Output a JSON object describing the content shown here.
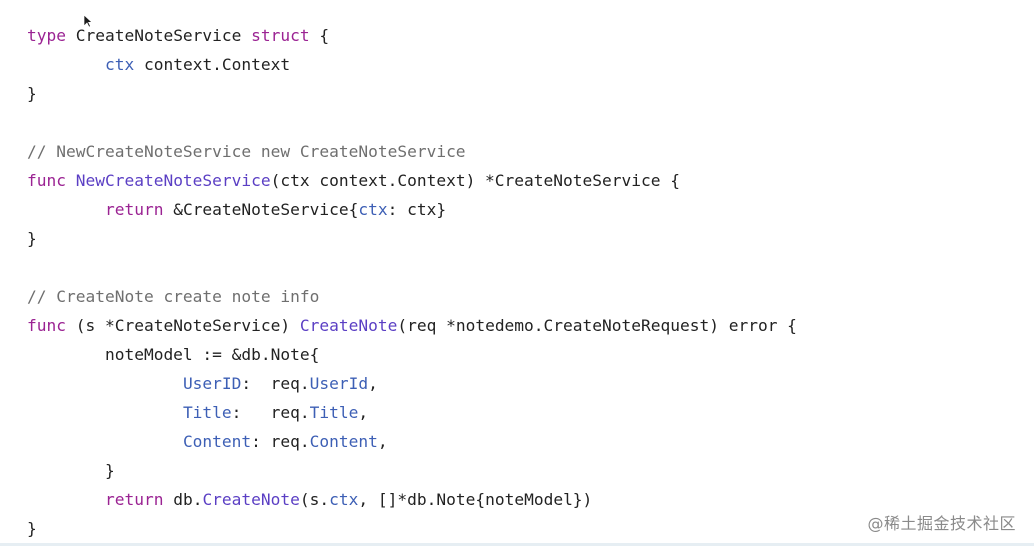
{
  "code": {
    "lines": [
      [
        {
          "t": "type ",
          "c": "kw"
        },
        {
          "t": "CreateNoteService ",
          "c": "plain"
        },
        {
          "t": "struct",
          "c": "kw"
        },
        {
          "t": " {",
          "c": "plain"
        }
      ],
      [
        {
          "t": "        ",
          "c": "plain"
        },
        {
          "t": "ctx",
          "c": "field"
        },
        {
          "t": " context.Context",
          "c": "plain"
        }
      ],
      [
        {
          "t": "}",
          "c": "plain"
        }
      ],
      [],
      [
        {
          "t": "// NewCreateNoteService new CreateNoteService",
          "c": "cm"
        }
      ],
      [
        {
          "t": "func ",
          "c": "kw"
        },
        {
          "t": "NewCreateNoteService",
          "c": "fn"
        },
        {
          "t": "(ctx context.Context) *CreateNoteService {",
          "c": "plain"
        }
      ],
      [
        {
          "t": "        ",
          "c": "plain"
        },
        {
          "t": "return",
          "c": "kw"
        },
        {
          "t": " &CreateNoteService{",
          "c": "plain"
        },
        {
          "t": "ctx",
          "c": "field"
        },
        {
          "t": ": ctx}",
          "c": "plain"
        }
      ],
      [
        {
          "t": "}",
          "c": "plain"
        }
      ],
      [],
      [
        {
          "t": "// CreateNote create note info",
          "c": "cm"
        }
      ],
      [
        {
          "t": "func ",
          "c": "kw"
        },
        {
          "t": "(s *CreateNoteService) ",
          "c": "plain"
        },
        {
          "t": "CreateNote",
          "c": "fn"
        },
        {
          "t": "(req *notedemo.CreateNoteRequest) error {",
          "c": "plain"
        }
      ],
      [
        {
          "t": "        noteModel := &db.Note{",
          "c": "plain"
        }
      ],
      [
        {
          "t": "                ",
          "c": "plain"
        },
        {
          "t": "UserID",
          "c": "field"
        },
        {
          "t": ":  req.",
          "c": "plain"
        },
        {
          "t": "UserId",
          "c": "field"
        },
        {
          "t": ",",
          "c": "plain"
        }
      ],
      [
        {
          "t": "                ",
          "c": "plain"
        },
        {
          "t": "Title",
          "c": "field"
        },
        {
          "t": ":   req.",
          "c": "plain"
        },
        {
          "t": "Title",
          "c": "field"
        },
        {
          "t": ",",
          "c": "plain"
        }
      ],
      [
        {
          "t": "                ",
          "c": "plain"
        },
        {
          "t": "Content",
          "c": "field"
        },
        {
          "t": ": req.",
          "c": "plain"
        },
        {
          "t": "Content",
          "c": "field"
        },
        {
          "t": ",",
          "c": "plain"
        }
      ],
      [
        {
          "t": "        }",
          "c": "plain"
        }
      ],
      [
        {
          "t": "        ",
          "c": "plain"
        },
        {
          "t": "return",
          "c": "kw"
        },
        {
          "t": " db.",
          "c": "plain"
        },
        {
          "t": "CreateNote",
          "c": "fn"
        },
        {
          "t": "(s.",
          "c": "plain"
        },
        {
          "t": "ctx",
          "c": "field"
        },
        {
          "t": ", []*db.Note{noteModel})",
          "c": "plain"
        }
      ],
      [
        {
          "t": "}",
          "c": "plain"
        }
      ]
    ]
  },
  "icons": {
    "cursor": "mouse-pointer-icon"
  },
  "watermark": "@稀土掘金技术社区",
  "colors": {
    "keyword": "#9b2393",
    "function": "#5b3fc4",
    "field": "#3d5fb5",
    "comment": "#6f6f6f",
    "text": "#222222"
  }
}
